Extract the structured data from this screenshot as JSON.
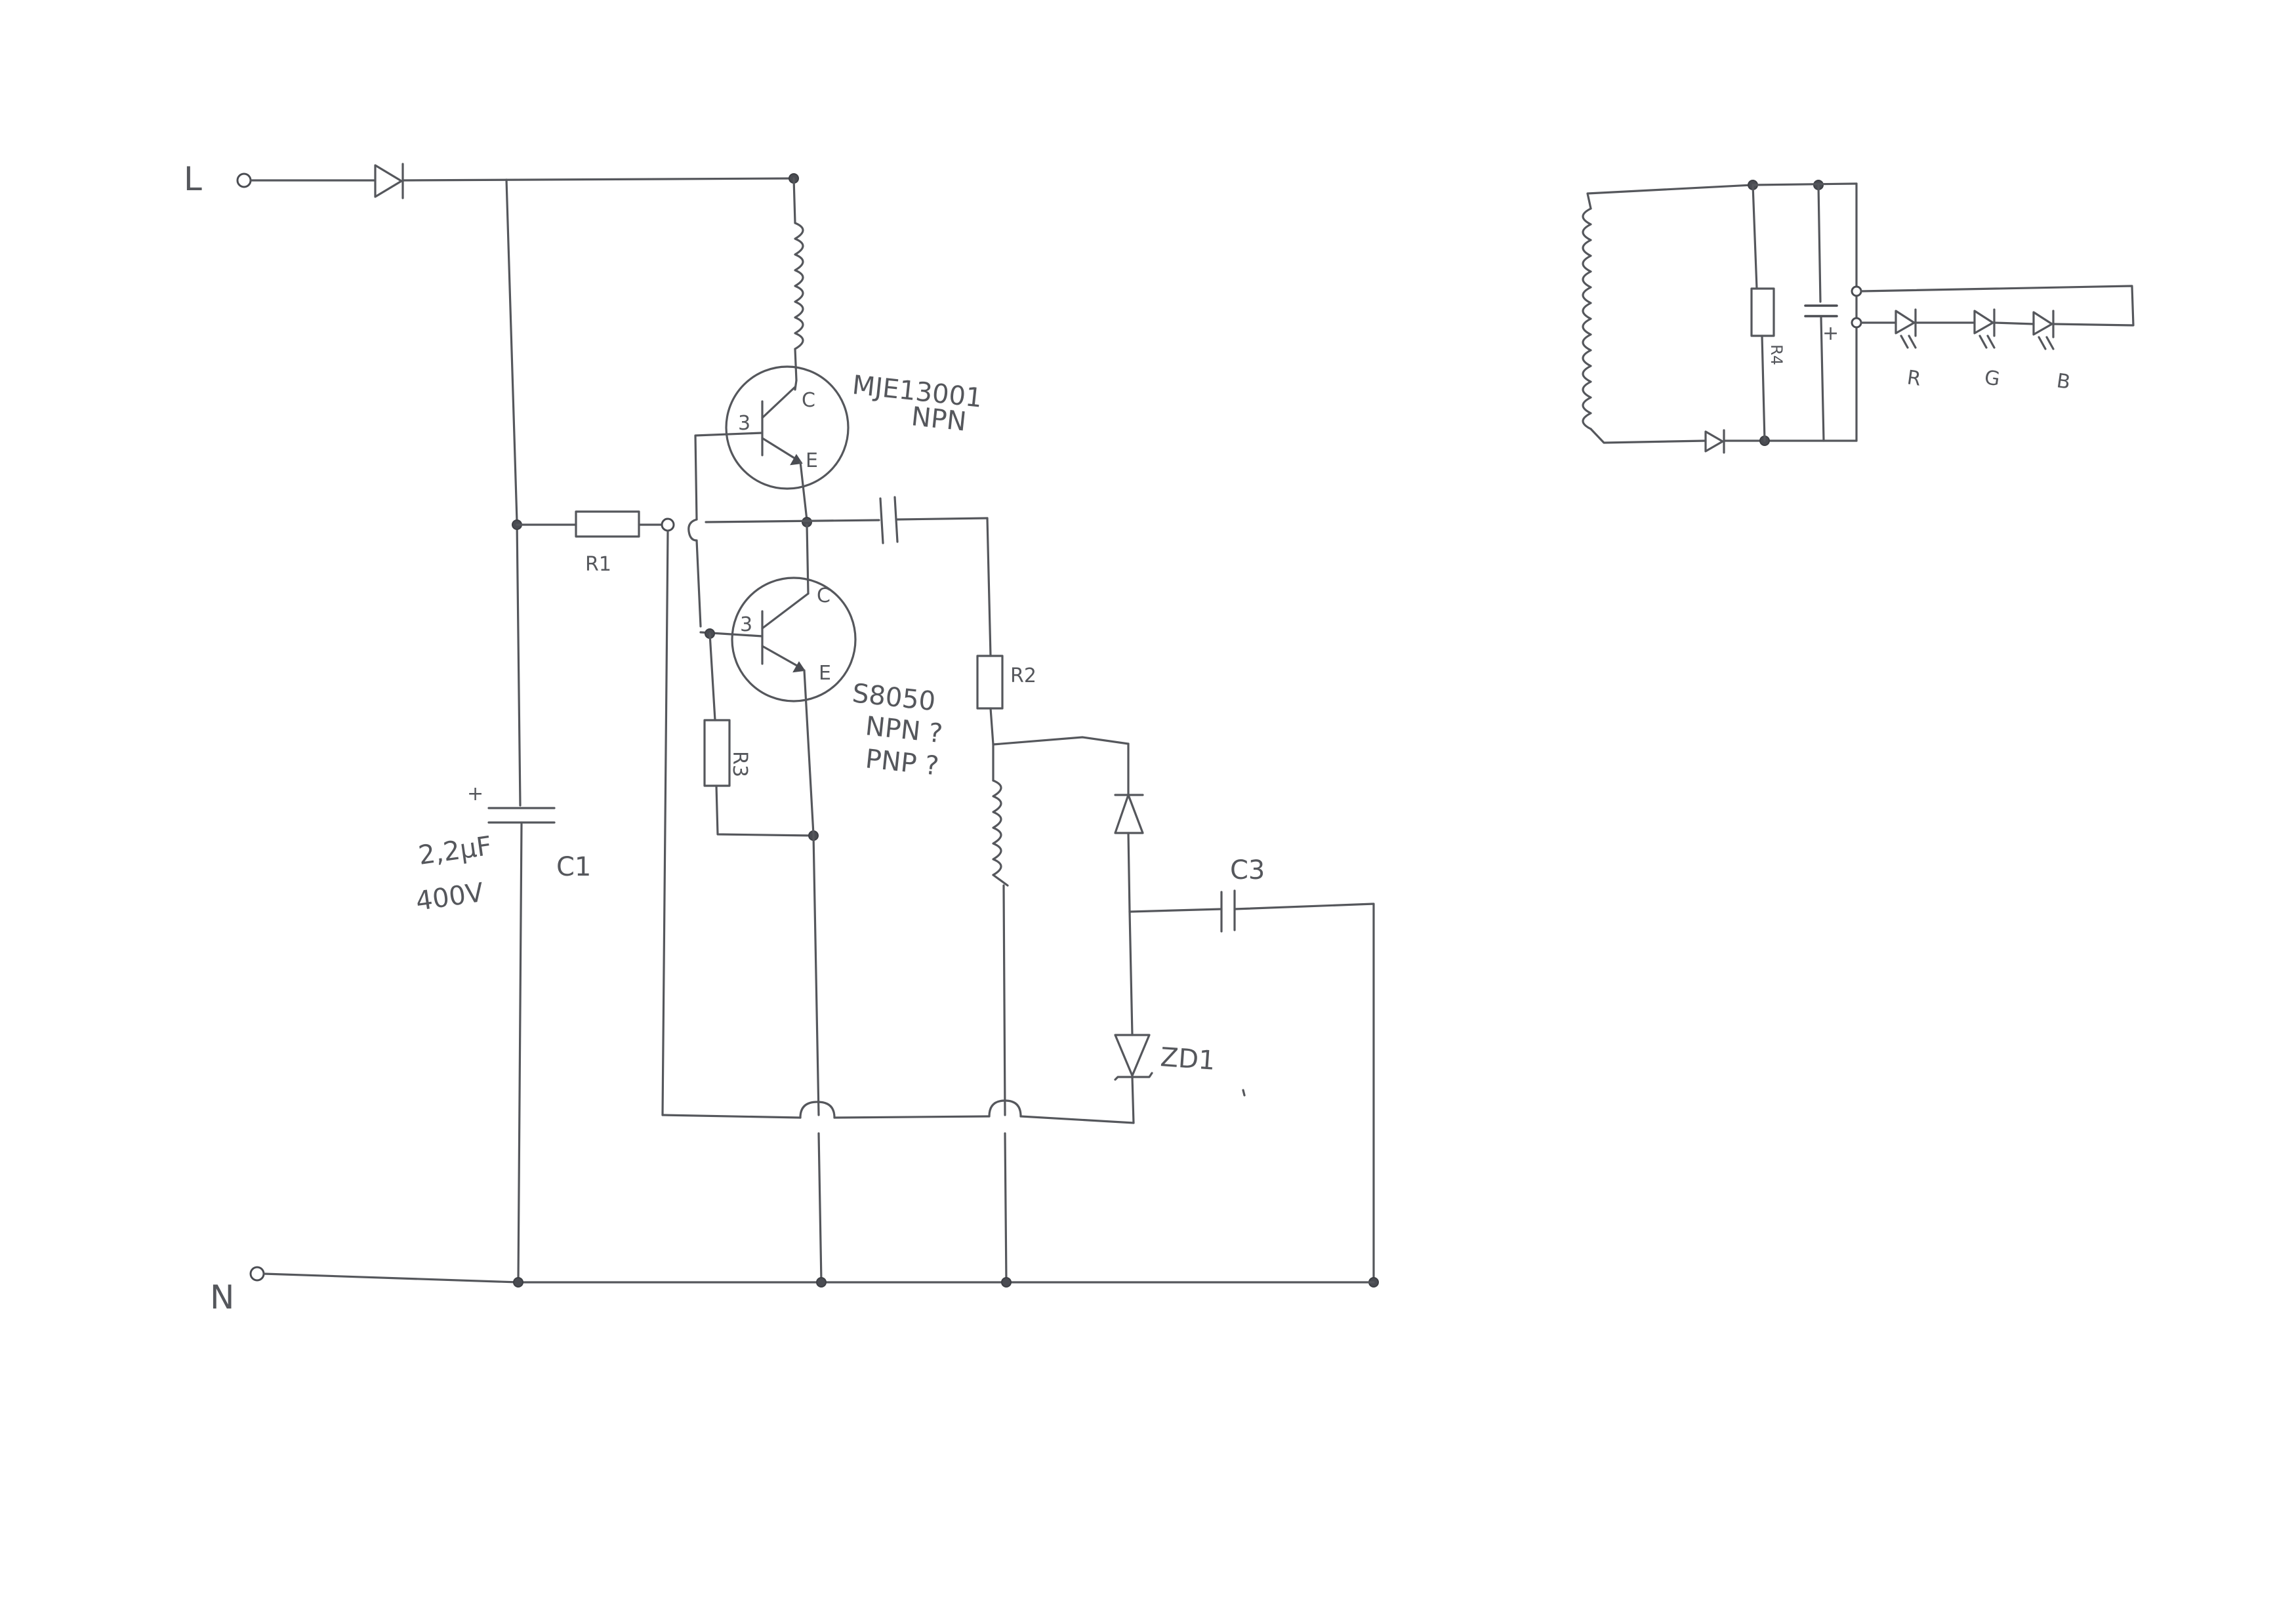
{
  "main_circuit": {
    "terminals": {
      "live": "L",
      "neutral": "N"
    },
    "transistor_q1": {
      "part": "MJE13001",
      "type": "NPN",
      "pin_c": "C",
      "pin_e": "E",
      "pin_b": "3"
    },
    "transistor_q2": {
      "part": "S8050",
      "type_1": "NPN ?",
      "type_2": "PNP ?",
      "pin_c": "C",
      "pin_e": "E",
      "pin_b": "3"
    },
    "resistors": {
      "r1": "R1",
      "r2": "R2",
      "r3": "R3"
    },
    "capacitor_c1": {
      "name": "C1",
      "value": "2,2µF",
      "voltage": "400V",
      "polarity": "+"
    },
    "capacitor_c3": {
      "name": "C3"
    },
    "zener": {
      "name": "ZD1"
    }
  },
  "output_circuit": {
    "resistor": "R4",
    "cap_polarity": "+",
    "leds": [
      "R",
      "G",
      "B"
    ]
  }
}
